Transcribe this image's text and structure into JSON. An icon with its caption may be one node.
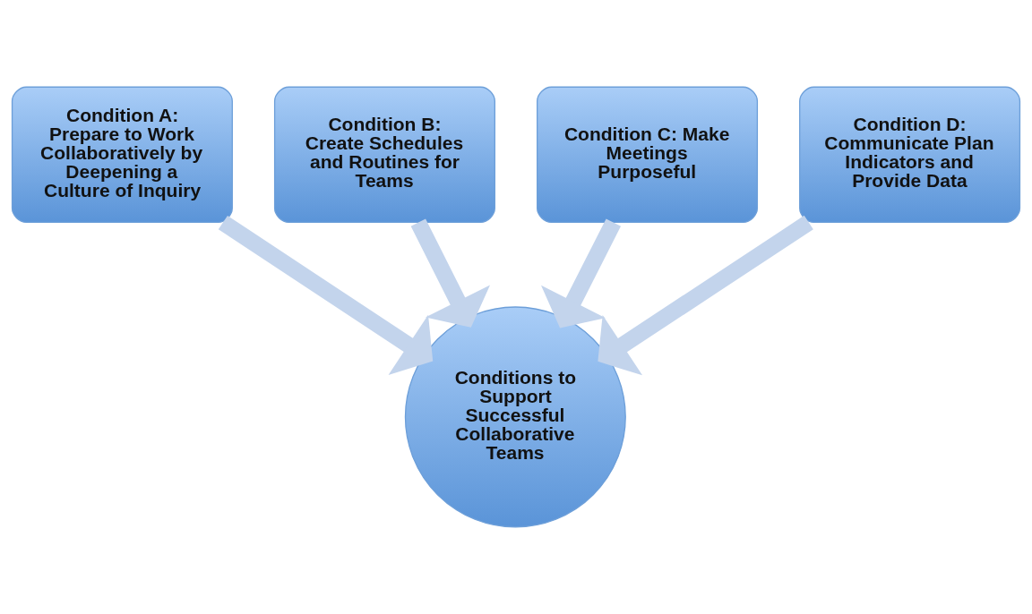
{
  "diagram": {
    "nodes": [
      {
        "text": [
          "Condition B: Create Schedules and Routines for Teams"
        ]
      },
      {
        "text": [
          "Condition C: Make Meetings Purposeful"
        ]
      },
      {
        "text": [
          "Condition A: Prepare to Work Collaboratively by Deepening a Culture of Inquiry"
        ]
      },
      {
        "text": [
          "Conditions to Support Successful Collaborative Teams"
        ]
      },
      {
        "text": [
          "Condition D: Communicate Plan Indicators and Provide Data"
        ]
      }
    ],
    "edges": [
      {
        "from": 2,
        "to": 3,
        "arrow": "to"
      },
      {
        "from": 0,
        "to": 3,
        "arrow": "to"
      },
      {
        "from": 1,
        "to": 3,
        "arrow": "to"
      },
      {
        "from": 4,
        "to": 3,
        "arrow": "to"
      }
    ]
  }
}
